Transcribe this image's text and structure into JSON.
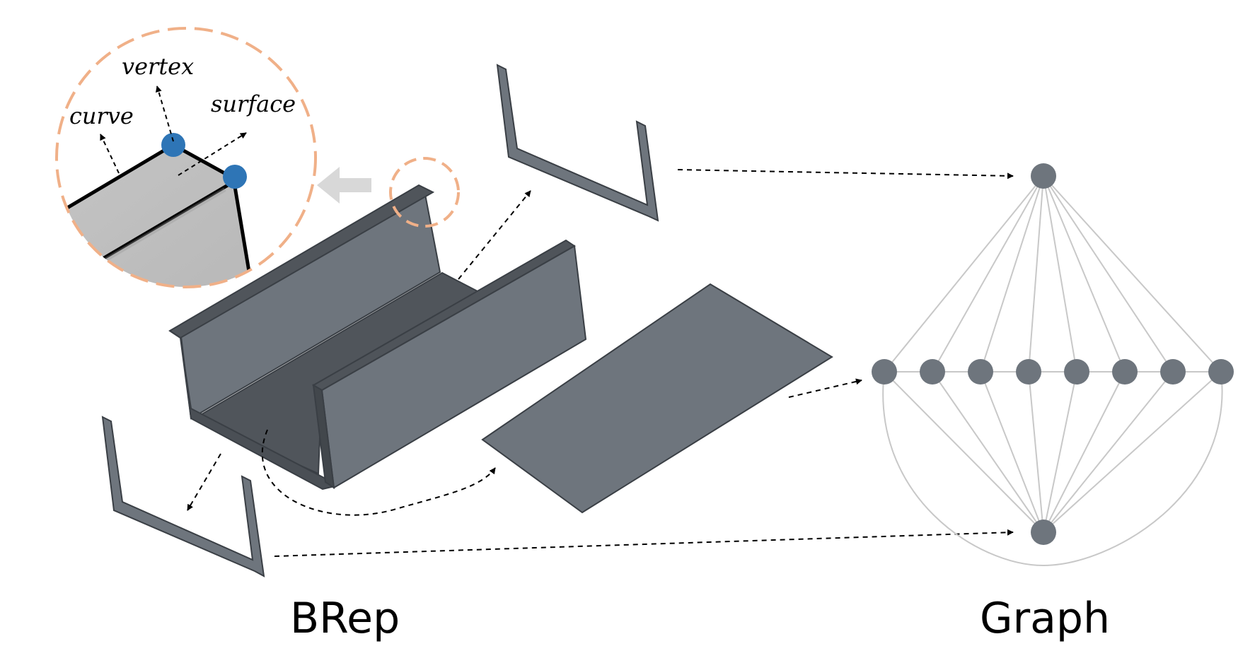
{
  "captions": {
    "brep": "BRep",
    "graph": "Graph"
  },
  "zoom_labels": {
    "vertex": "vertex",
    "curve": "curve",
    "surface": "surface"
  },
  "colors": {
    "solid_face": "#6e757d",
    "solid_dark": "#50555b",
    "solid_edge": "#3a3f45",
    "graph_node": "#6e757d",
    "graph_edge": "#c8c8c8",
    "zoom_ring": "#f0b088",
    "zoom_fill": "#c0c0c0",
    "vertex_dot": "#2e75b6",
    "arrow_hint": "#d8d8d8"
  },
  "graph": {
    "top_nodes": 1,
    "middle_nodes": 8,
    "bottom_nodes": 1
  }
}
